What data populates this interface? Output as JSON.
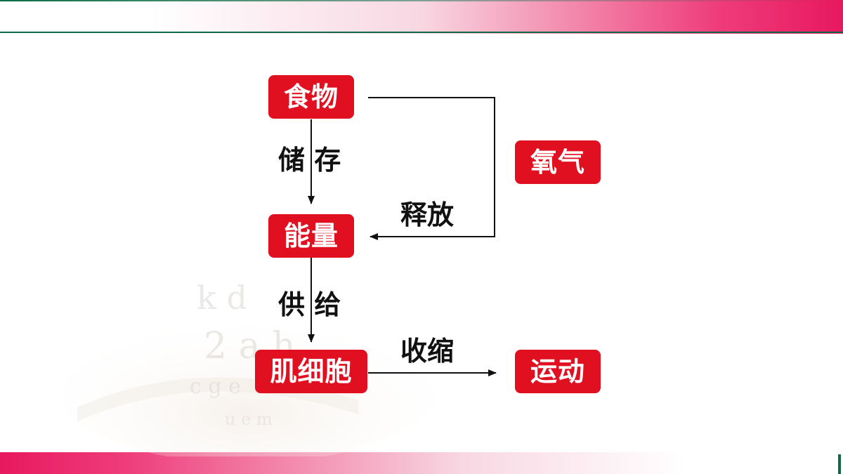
{
  "nodes": {
    "food": "食物",
    "energy": "能量",
    "muscle_cell": "肌细胞",
    "oxygen": "氧气",
    "movement": "运动"
  },
  "edges": {
    "store": "储 存",
    "release": "释放",
    "supply": "供 给",
    "contract": "收缩"
  },
  "colors": {
    "node_fill": "#e01020",
    "node_text": "#ffffff",
    "accent_pink": "#e8185f",
    "accent_green": "#0c6b46"
  }
}
